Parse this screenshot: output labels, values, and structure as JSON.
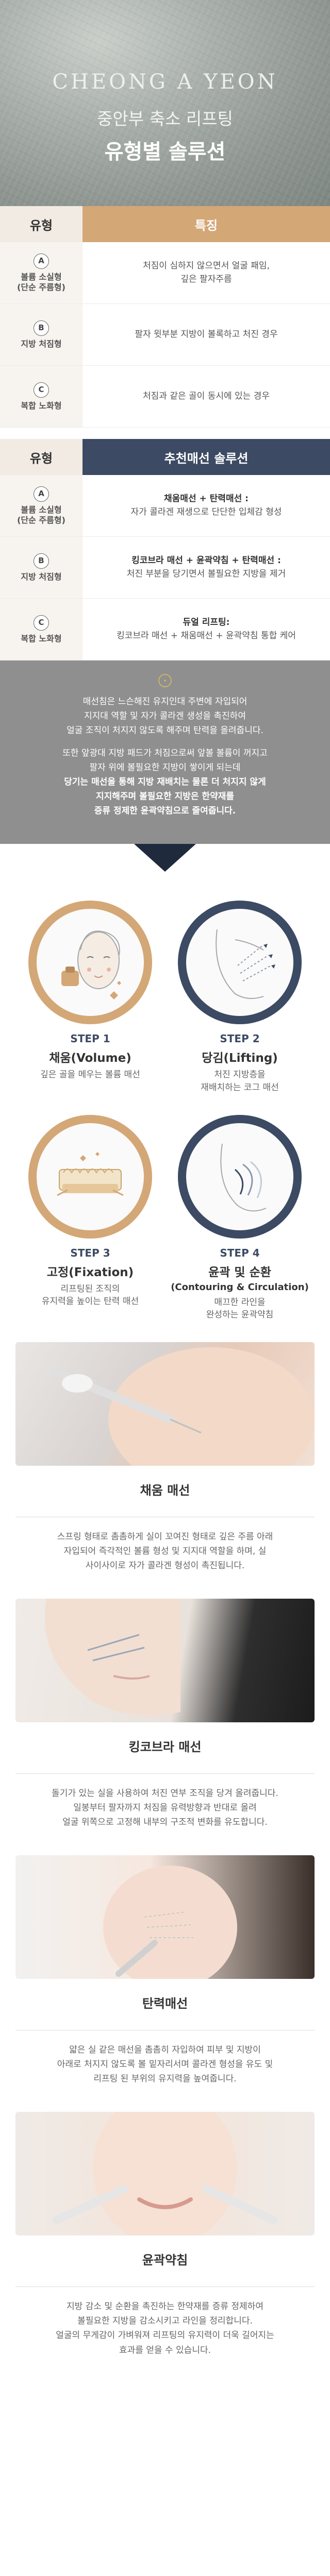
{
  "hero": {
    "brand": "CHEONG A YEON",
    "subtitle": "중안부 축소 리프팅",
    "title": "유형별 솔루션"
  },
  "table1": {
    "header": {
      "col1": "유형",
      "col2": "특징"
    },
    "header_color": "#d4a777",
    "rows": [
      {
        "badge": "A",
        "type_line1": "볼륨 소실형",
        "type_line2": "(단순 주름형)",
        "desc_line1": "처짐이 심하지 않으면서 얼굴 패임,",
        "desc_line2": "깊은 팔자주름"
      },
      {
        "badge": "B",
        "type_line1": "지방 처짐형",
        "desc_line1": "팔자 윗부분 지방이 볼록하고 처진 경우"
      },
      {
        "badge": "C",
        "type_line1": "복합 노화형",
        "desc_line1": "처짐과 같은 골이 동시에 있는 경우"
      }
    ]
  },
  "table2": {
    "header": {
      "col1": "유형",
      "col2": "추천매선 솔루션"
    },
    "header_color": "#3c4a63",
    "rows": [
      {
        "badge": "A",
        "type_line1": "볼륨 소실형",
        "type_line2": "(단순 주름형)",
        "desc_line1": "채움매선 + 탄력매선 :",
        "desc_line2": "자가 콜라겐 재생으로 단단한 입체감 형성"
      },
      {
        "badge": "B",
        "type_line1": "지방 처짐형",
        "desc_line1": "킹코브라 매선 + 윤곽약침 + 탄력매선 :",
        "desc_line2": "처진 부분을 당기면서 볼필요한 지방을 제거"
      },
      {
        "badge": "C",
        "type_line1": "복합 노화형",
        "desc_line1": "듀얼 리프팅:",
        "desc_line2": "킹코브라 매선 + 채움매선 + 윤곽약침 통합 케어"
      }
    ]
  },
  "info": {
    "p1_l1": "매선침은 느슨해진 유지인대 주변에 자입되어",
    "p1_l2": "지지대 역할 및 자가 콜라겐 생성을 촉진하여",
    "p1_l3": "얼굴 조직이 처지지 않도록 해주며 탄력을 올려줍니다.",
    "p2_l1": "또한 앞광대 지방 패드가 처짐으로써 앞볼 볼륨이 꺼지고",
    "p2_l2": "팔자 위에 볼필요한 지방이 쌓이게 되는데",
    "p2_l3": "당기는 매선을 통해 지방 재배치는 물론 더 처지지 않게",
    "p2_l4": "지지해주며 볼필요한 지방은 한약재를",
    "p2_l5": "증류 정제한 윤곽약침으로 줄여줍니다."
  },
  "steps": [
    {
      "no": "STEP 1",
      "name": "채움(Volume)",
      "desc1": "깊은 골을 메우는 볼륨 매선",
      "color": "#d4a777"
    },
    {
      "no": "STEP 2",
      "name": "당김(Lifting)",
      "desc1": "처진 지방층을",
      "desc2": "재배치하는 코그 매선",
      "color": "#3c4a63"
    },
    {
      "no": "STEP 3",
      "name": "고정(Fixation)",
      "desc1": "리프팅된 조직의",
      "desc2": "유지력을 높이는 탄력 매선",
      "color": "#d4a777"
    },
    {
      "no": "STEP 4",
      "name": "윤곽 및 순환",
      "name2": "(Contouring & Circulation)",
      "desc1": "매끄한 라인을",
      "desc2": "완성하는 윤곽약침",
      "color": "#3c4a63"
    }
  ],
  "sections": [
    {
      "title": "채움 매선",
      "d1": "스프링 형태로 촘촘하게 실이 꼬여진 형태로 깊은 주름 아래",
      "d2": "자입되어 즉각적인 볼륨 형성 및 지지대 역할을 하며, 실",
      "d3": "사이사이로 자가 콜라겐 형성이 촉진됩니다."
    },
    {
      "title": "킹코브라 매선",
      "d1": "돌기가 있는 실을 사용하여 처진 연부 조직을 당겨 올려줍니다.",
      "d2": "일봉부터 팔자까지 처짐을 유력방향과 반대로 올려",
      "d3": "얼굴 위쪽으로 고정해 내부의 구조적 변화를 유도합니다."
    },
    {
      "title": "탄력매선",
      "d1": "얇은 실 같은 매선을 촘촘히 자입하여 피부 및 지방이",
      "d2": "아래로 처지지 않도록 볼 밑자리서며 콜라겐 형성을 유도 및",
      "d3": "리프팅 된 부위의 유지력을 높여줍니다."
    },
    {
      "title": "윤곽약침",
      "d1": "지방 감소 및 순환을 촉진하는 한약재를 증류 정제하여",
      "d2": "볼필요한 지방을 감소시키고 라인을 정리합니다.",
      "d3": "얼굴의 무게감이 가벼워져 리프팅의 유지력이 더욱 길어지는",
      "d4": "효과를 얻을 수 있습니다."
    }
  ]
}
